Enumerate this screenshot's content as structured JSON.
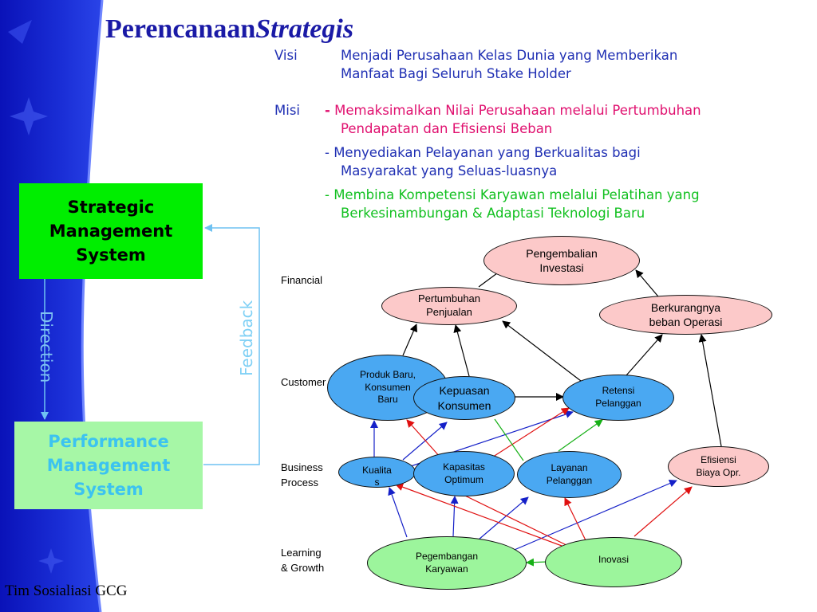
{
  "title": {
    "main": "Perencanaan",
    "italic": "Strategis"
  },
  "visi": {
    "label": "Visi",
    "line1": "Menjadi Perusahaan Kelas Dunia yang Memberikan",
    "line2": "Manfaat Bagi Seluruh Stake Holder"
  },
  "misi": {
    "label": "Misi",
    "item1": {
      "dash": "-",
      "line1": "Memaksimalkan Nilai Perusahaan melalui Pertumbuhan",
      "line2": "Pendapatan dan Efisiensi Beban"
    },
    "item2": {
      "line1": "- Menyediakan Pelayanan yang Berkualitas bagi",
      "line2": "Masyarakat yang Seluas-luasnya"
    },
    "item3": {
      "line1": "- Membina Kompetensi Karyawan melalui Pelatihan yang",
      "line2": "Berkesinambungan & Adaptasi Teknologi Baru"
    }
  },
  "sms": {
    "line1": "Strategic",
    "line2": "Management",
    "line3": "System"
  },
  "pms": {
    "line1": "Performance",
    "line2": "Management",
    "line3": "System"
  },
  "direction_label": "Direction",
  "feedback_label": "Feedback",
  "levels": {
    "financial": "Financial",
    "customer": "Customer",
    "business_1": "Business",
    "business_2": "Process",
    "learning_1": "Learning",
    "learning_2": "& Growth"
  },
  "nodes": {
    "pengembalian": {
      "l1": "Pengembalian",
      "l2": "Investasi"
    },
    "pertumbuhan": {
      "l1": "Pertumbuhan",
      "l2": "Penjualan"
    },
    "berkurangnya": {
      "l1": "Berkurangnya",
      "l2": "beban Operasi"
    },
    "produk": {
      "l1": "Produk Baru,",
      "l2": "Konsumen",
      "l3": "Baru"
    },
    "kepuasan": {
      "l1": "Kepuasan",
      "l2": "Konsumen"
    },
    "retensi": {
      "l1": "Retensi",
      "l2": "Pelanggan"
    },
    "kualitas": {
      "l1": "Kualita",
      "l2": "s"
    },
    "kapasitas": {
      "l1": "Kapasitas",
      "l2": "Optimum"
    },
    "layanan": {
      "l1": "Layanan",
      "l2": "Pelanggan"
    },
    "efisiensi": {
      "l1": "Efisiensi",
      "l2": "Biaya Opr."
    },
    "pegembangan": {
      "l1": "Pegembangan",
      "l2": "Karyawan"
    },
    "inovasi": {
      "l1": "Inovasi"
    }
  },
  "colors": {
    "arrow_black": "#000000",
    "arrow_red": "#e01010",
    "arrow_blue": "#1520c8",
    "arrow_green": "#16b016"
  },
  "footer": "Tim Sosialiasi GCG"
}
